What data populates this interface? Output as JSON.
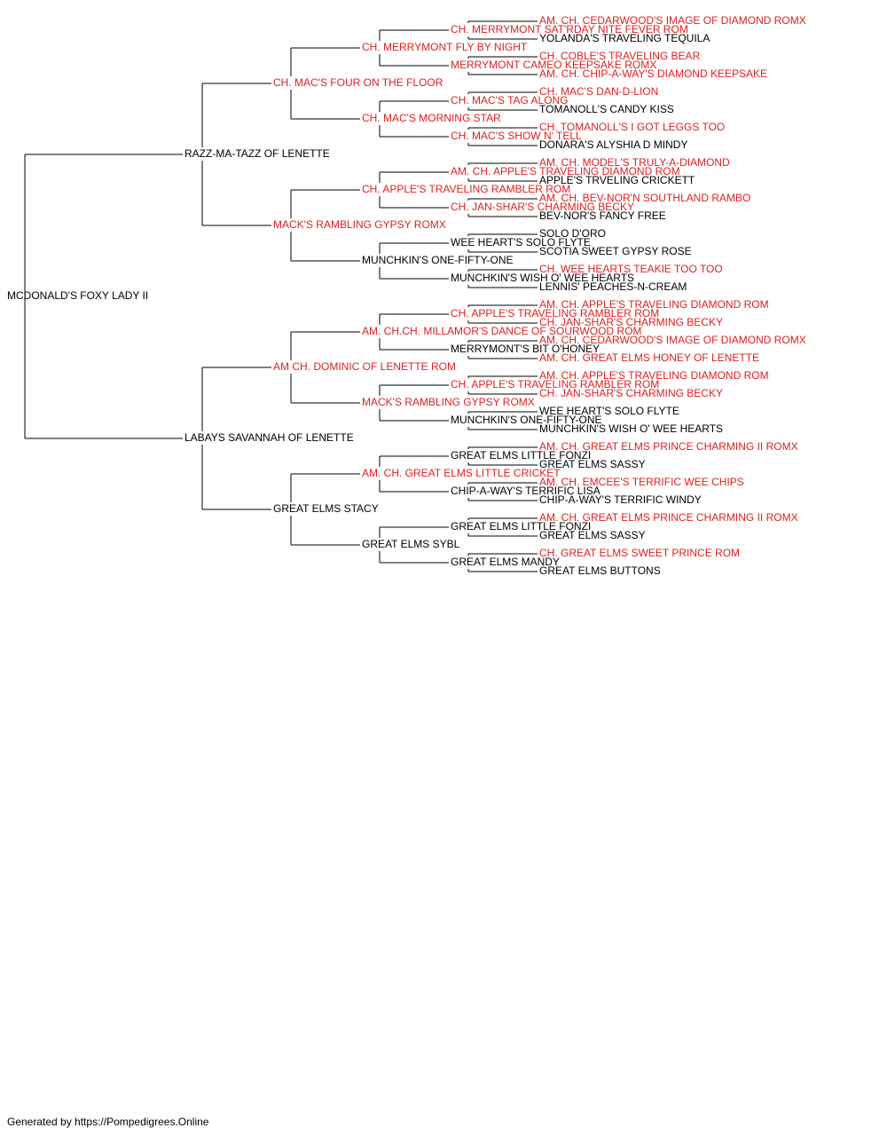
{
  "colors": {
    "champion": "#e0201f",
    "plain": "#000000",
    "line": "#000000"
  },
  "subject": {
    "name": "MCDONALD'S FOXY LADY II",
    "champion": false
  },
  "parents": [
    {
      "name": "RAZZ-MA-TAZZ OF LENETTE",
      "champion": false
    },
    {
      "name": "LABAYS SAVANNAH OF LENETTE",
      "champion": false
    }
  ],
  "grandparents": [
    {
      "name": "CH. MAC'S FOUR ON THE FLOOR",
      "champion": true
    },
    {
      "name": "MACK'S RAMBLING GYPSY ROMX",
      "champion": true
    },
    {
      "name": "AM CH. DOMINIC OF LENETTE ROM",
      "champion": true
    },
    {
      "name": "GREAT ELMS STACY",
      "champion": false
    }
  ],
  "great_grandparents": [
    {
      "name": "CH. MERRYMONT FLY BY NIGHT",
      "champion": true
    },
    {
      "name": "CH. MAC'S MORNING STAR",
      "champion": true
    },
    {
      "name": "CH. APPLE'S TRAVELING RAMBLER ROM",
      "champion": true
    },
    {
      "name": "MUNCHKIN'S ONE-FIFTY-ONE",
      "champion": false
    },
    {
      "name": "AM. CH.CH. MILLAMOR'S DANCE OF SOURWOOD ROM",
      "champion": true
    },
    {
      "name": "MACK'S RAMBLING GYPSY ROMX",
      "champion": true
    },
    {
      "name": "AM. CH. GREAT ELMS LITTLE CRICKET",
      "champion": true
    },
    {
      "name": "GREAT ELMS SYBL",
      "champion": false
    }
  ],
  "gen4": [
    {
      "name": "CH. MERRYMONT SAT'RDAY NITE FEVER ROM",
      "champion": true
    },
    {
      "name": "MERRYMONT CAMEO KEEPSAKE ROMX",
      "champion": true
    },
    {
      "name": "CH. MAC'S TAG ALONG",
      "champion": true
    },
    {
      "name": "CH. MAC'S SHOW N' TELL",
      "champion": true
    },
    {
      "name": "AM. CH. APPLE'S TRAVELING DIAMOND ROM",
      "champion": true
    },
    {
      "name": "CH. JAN-SHAR'S CHARMING BECKY",
      "champion": true
    },
    {
      "name": "WEE HEART'S SOLO FLYTE",
      "champion": false
    },
    {
      "name": "MUNCHKIN'S WISH O' WEE HEARTS",
      "champion": false
    },
    {
      "name": "CH. APPLE'S TRAVELING RAMBLER ROM",
      "champion": true
    },
    {
      "name": "MERRYMONT'S BIT O'HONEY",
      "champion": false
    },
    {
      "name": "CH. APPLE'S TRAVELING RAMBLER ROM",
      "champion": true
    },
    {
      "name": "MUNCHKIN'S ONE-FIFTY-ONE",
      "champion": false
    },
    {
      "name": "GREAT ELMS LITTLE FONZI",
      "champion": false
    },
    {
      "name": "CHIP-A-WAY'S TERRIFIC LISA",
      "champion": false
    },
    {
      "name": "GREAT ELMS LITTLE FONZI",
      "champion": false
    },
    {
      "name": "GREAT ELMS MANDY",
      "champion": false
    }
  ],
  "gen5": [
    {
      "name": "AM. CH. CEDARWOOD'S IMAGE OF DIAMOND ROMX",
      "champion": true
    },
    {
      "name": "YOLANDA'S TRAVELING TEQUILA",
      "champion": false
    },
    {
      "name": "CH. COBLE'S TRAVELING BEAR",
      "champion": true
    },
    {
      "name": "AM. CH. CHIP-A-WAY'S DIAMOND KEEPSAKE",
      "champion": true
    },
    {
      "name": "CH. MAC'S DAN-D-LION",
      "champion": true
    },
    {
      "name": "TOMANOLL'S CANDY KISS",
      "champion": false
    },
    {
      "name": "CH. TOMANOLL'S I GOT LEGGS TOO",
      "champion": true
    },
    {
      "name": "DONARA'S ALYSHIA D MINDY",
      "champion": false
    },
    {
      "name": "AM. CH. MODEL'S TRULY-A-DIAMOND",
      "champion": true
    },
    {
      "name": "APPLE'S TRVELING CRICKETT",
      "champion": false
    },
    {
      "name": "AM. CH. BEV-NOR'N SOUTHLAND RAMBO",
      "champion": true
    },
    {
      "name": "BEV-NOR'S FANCY FREE",
      "champion": false
    },
    {
      "name": "SOLO D'ORO",
      "champion": false
    },
    {
      "name": "SCOTIA SWEET GYPSY ROSE",
      "champion": false
    },
    {
      "name": "CH. WEE HEARTS TEAKIE TOO TOO",
      "champion": true
    },
    {
      "name": "LENNIS' PEACHES-N-CREAM",
      "champion": false
    },
    {
      "name": "AM. CH. APPLE'S TRAVELING DIAMOND ROM",
      "champion": true
    },
    {
      "name": "CH. JAN-SHAR'S CHARMING BECKY",
      "champion": true
    },
    {
      "name": "AM. CH. CEDARWOOD'S IMAGE OF DIAMOND ROMX",
      "champion": true
    },
    {
      "name": "AM. CH. GREAT ELMS HONEY OF LENETTE",
      "champion": true
    },
    {
      "name": "AM. CH. APPLE'S TRAVELING DIAMOND ROM",
      "champion": true
    },
    {
      "name": "CH. JAN-SHAR'S CHARMING BECKY",
      "champion": true
    },
    {
      "name": "WEE HEART'S SOLO FLYTE",
      "champion": false
    },
    {
      "name": "MUNCHKIN'S WISH O' WEE HEARTS",
      "champion": false
    },
    {
      "name": "AM. CH. GREAT ELMS PRINCE CHARMING II ROMX",
      "champion": true
    },
    {
      "name": "GREAT ELMS SASSY",
      "champion": false
    },
    {
      "name": "AM. CH. EMCEE'S TERRIFIC WEE CHIPS",
      "champion": true
    },
    {
      "name": "CHIP-A-WAY'S TERRIFIC WINDY",
      "champion": false
    },
    {
      "name": "AM. CH. GREAT ELMS PRINCE CHARMING II ROMX",
      "champion": true
    },
    {
      "name": "GREAT ELMS SASSY",
      "champion": false
    },
    {
      "name": "CH. GREAT ELMS SWEET PRINCE ROM",
      "champion": true
    },
    {
      "name": "GREAT ELMS BUTTONS",
      "champion": false
    }
  ],
  "footer": "Generated by https://Pompedigrees.Online"
}
